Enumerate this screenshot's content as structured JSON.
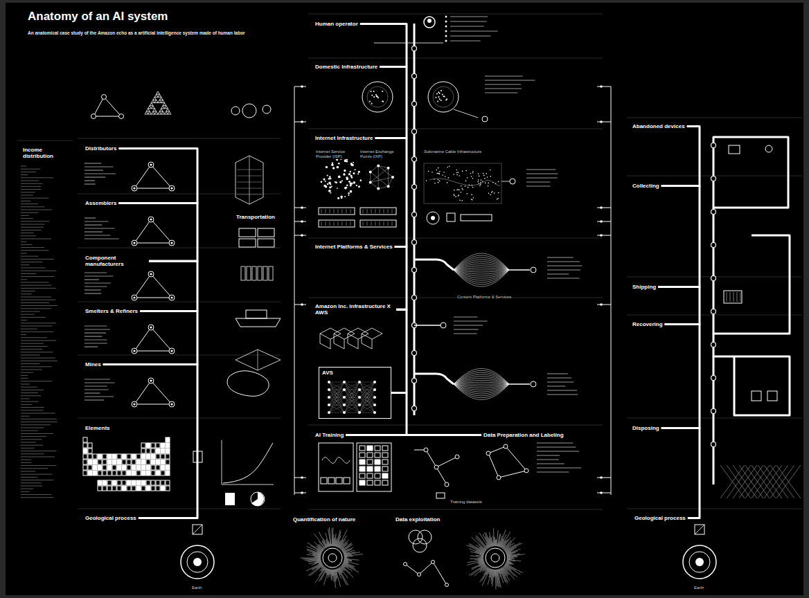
{
  "diagram": {
    "title": "Anatomy of an AI system",
    "caption": "An anatomical case study of the Amazon echo as a artificial intelligence system made of human labor",
    "nodes": [
      {
        "text": [
          "Distributors"
        ]
      },
      {
        "text": [
          "Assemblers"
        ]
      },
      {
        "text": [
          "Component manufacturers"
        ]
      },
      {
        "text": [
          "Smelters & Refiners"
        ]
      },
      {
        "text": [
          "Mines"
        ]
      },
      {
        "text": [
          "Elements"
        ]
      },
      {
        "text": [
          "Transportation"
        ]
      },
      {
        "text": [
          "Income distribution"
        ]
      },
      {
        "text": [
          "Geological process"
        ]
      },
      {
        "text": [
          "Human operator"
        ]
      },
      {
        "text": [
          "Domestic Infrastructure"
        ]
      },
      {
        "text": [
          "Internet Infrastructure"
        ]
      },
      {
        "text": [
          "Internet Platforms & Services"
        ]
      },
      {
        "text": [
          "Amazon Inc. Infrastructure X AWS"
        ]
      },
      {
        "text": [
          "AVS"
        ]
      },
      {
        "text": [
          "AI Training"
        ]
      },
      {
        "text": [
          "Data Preparation and Labeling"
        ]
      },
      {
        "text": [
          "Quantification of nature"
        ]
      },
      {
        "text": [
          "Data exploitation"
        ]
      },
      {
        "text": [
          "Abandoned devices"
        ]
      },
      {
        "text": [
          "Collecting"
        ]
      },
      {
        "text": [
          "Shipping"
        ]
      },
      {
        "text": [
          "Recovering"
        ]
      },
      {
        "text": [
          "Disposing"
        ]
      },
      {
        "text": [
          "Geological process"
        ]
      }
    ],
    "edges": [
      {
        "from": 0,
        "to": 1,
        "arrow": "none"
      },
      {
        "from": 1,
        "to": 2,
        "arrow": "none"
      },
      {
        "from": 2,
        "to": 3,
        "arrow": "none"
      },
      {
        "from": 3,
        "to": 4,
        "arrow": "none"
      },
      {
        "from": 4,
        "to": 8,
        "arrow": "none"
      },
      {
        "from": 9,
        "to": 10,
        "arrow": "none"
      },
      {
        "from": 10,
        "to": 11,
        "arrow": "none"
      },
      {
        "from": 11,
        "to": 12,
        "arrow": "none"
      },
      {
        "from": 12,
        "to": 13,
        "arrow": "none"
      },
      {
        "from": 13,
        "to": 14,
        "arrow": "none"
      },
      {
        "from": 14,
        "to": 15,
        "arrow": "none"
      },
      {
        "from": 15,
        "to": 16,
        "arrow": "none"
      },
      {
        "from": 19,
        "to": 20,
        "arrow": "none"
      },
      {
        "from": 20,
        "to": 21,
        "arrow": "none"
      },
      {
        "from": 21,
        "to": 22,
        "arrow": "none"
      },
      {
        "from": 22,
        "to": 23,
        "arrow": "none"
      },
      {
        "from": 23,
        "to": 24,
        "arrow": "none"
      }
    ],
    "labels": [
      "Internet Service Provider (ISP)",
      "Internet Exchange Points (IXP)",
      "Submarine Cable Infrastructure",
      "Content Platforms & Services",
      "Training datasets",
      "Earth",
      "Earth"
    ]
  }
}
